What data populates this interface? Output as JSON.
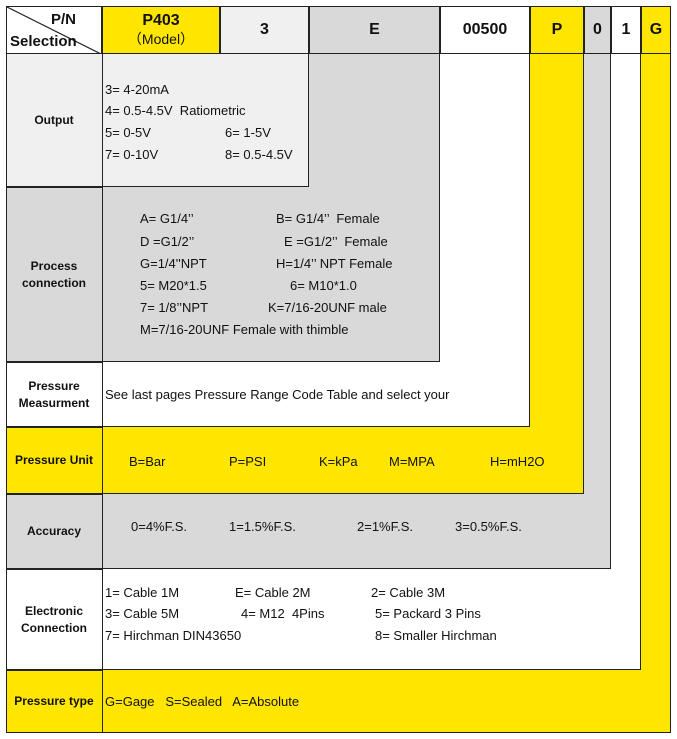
{
  "header": {
    "pn": "P/N",
    "selection": "Selection",
    "model_code": "P403",
    "model_label": "（Model）",
    "codes": [
      "3",
      "E",
      "00500",
      "P",
      "0",
      "1",
      "G"
    ]
  },
  "rows": {
    "output": {
      "label": "Output",
      "options": [
        "3= 4-20mA",
        "4= 0.5-4.5V  Ratiometric",
        "5= 0-5V",
        "6= 1-5V",
        "7= 0-10V",
        "8= 0.5-4.5V"
      ]
    },
    "process": {
      "label": "Process connection",
      "options": [
        "A= G1/4’’",
        "B= G1/4’’  Female",
        "D =G1/2’’",
        "E =G1/2’’  Female",
        "G=1/4''NPT",
        "H=1/4’’ NPT Female",
        "5= M20*1.5",
        "6= M10*1.0",
        "7= 1/8’’NPT",
        "K=7/16-20UNF male",
        "M=7/16-20UNF Female with thimble"
      ]
    },
    "pressure_measurement": {
      "label": "Pressure Measurment",
      "text": "See last pages Pressure Range Code Table and select your"
    },
    "pressure_unit": {
      "label": "Pressure Unit",
      "options": [
        "B=Bar",
        "P=PSI",
        "K=kPa",
        "M=MPA",
        "H=mH2O"
      ]
    },
    "accuracy": {
      "label": "Accuracy",
      "options": [
        "0=4%F.S.",
        "1=1.5%F.S.",
        "2=1%F.S.",
        "3=0.5%F.S."
      ]
    },
    "electronic": {
      "label": "Electronic Connection",
      "options": [
        "1= Cable 1M",
        "E= Cable 2M",
        "2= Cable 3M",
        "3= Cable 5M",
        "4= M12  4Pins",
        "5= Packard 3 Pins",
        "7= Hirchman DIN43650",
        "8= Smaller Hirchman"
      ]
    },
    "pressure_type": {
      "label": "Pressure type",
      "text": "G=Gage   S=Sealed   A=Absolute"
    }
  },
  "colors": {
    "yellow": "#ffe600",
    "gray": "#d9d9d9",
    "light_gray": "#f0f0f0",
    "white": "#ffffff",
    "border": "#222222"
  }
}
